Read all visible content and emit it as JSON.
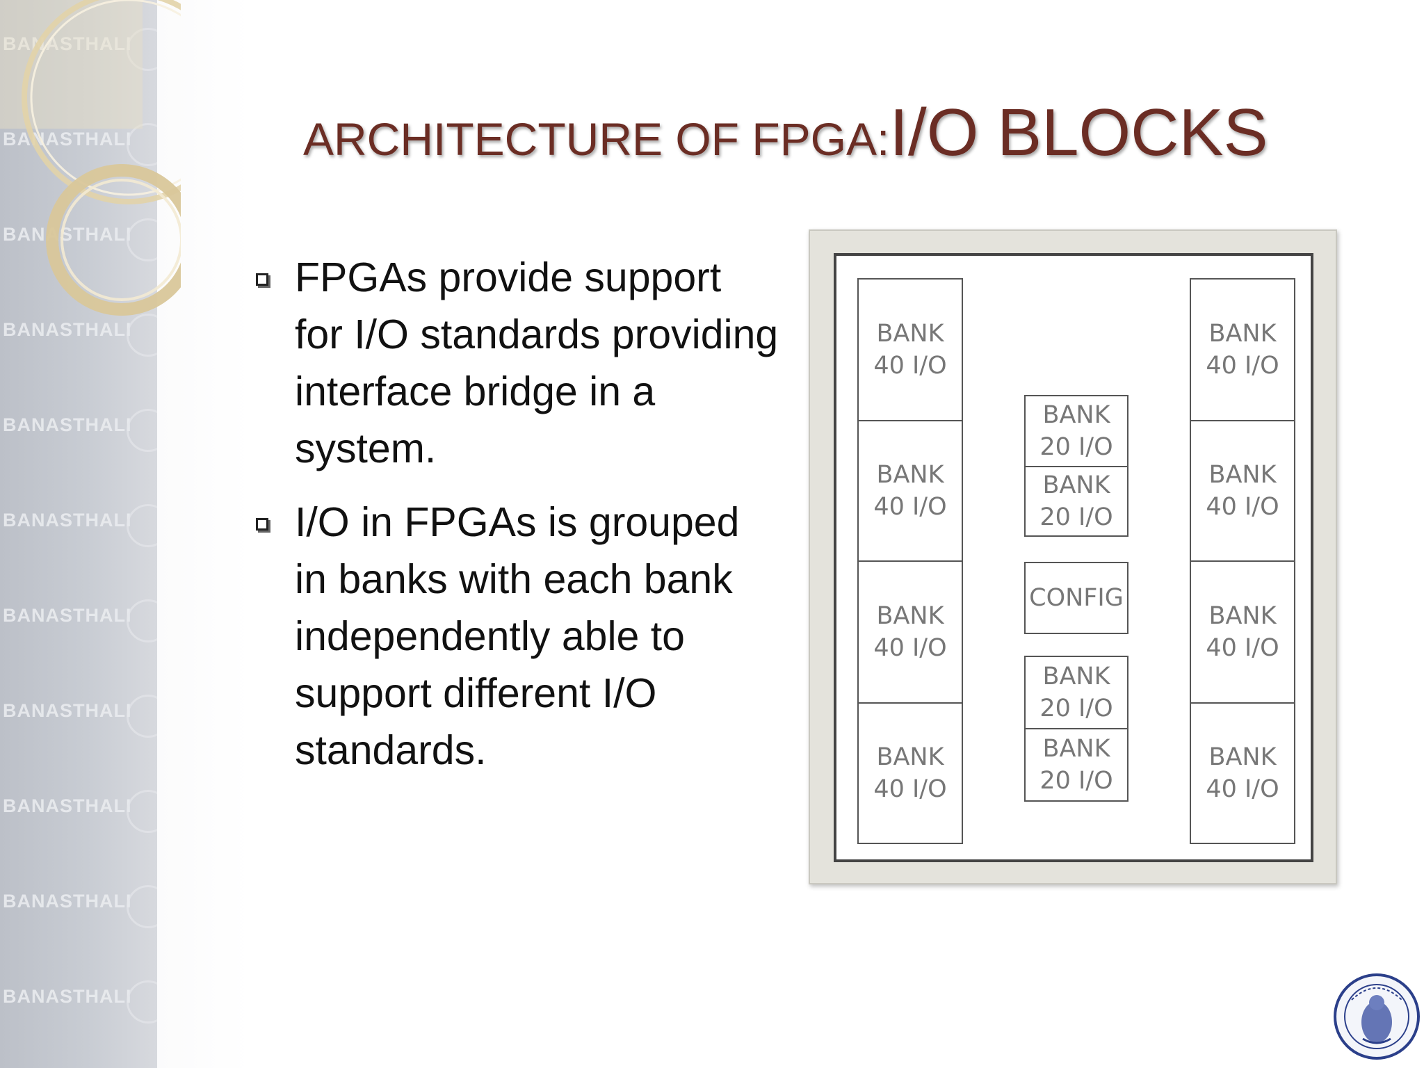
{
  "slide": {
    "title_small": "ARCHITECTURE OF FPGA:",
    "title_big": "I/O BLOCKS",
    "bullets": [
      "FPGAs provide support for I/O standards providing interface bridge in a system.",
      "I/O in FPGAs is grouped in banks with each bank independently able to support different I/O standards."
    ],
    "watermark_text": "BANASTHALI"
  },
  "diagram": {
    "left_column": [
      {
        "name": "BANK",
        "io": "40 I/O"
      },
      {
        "name": "BANK",
        "io": "40 I/O"
      },
      {
        "name": "BANK",
        "io": "40 I/O"
      },
      {
        "name": "BANK",
        "io": "40 I/O"
      }
    ],
    "right_column": [
      {
        "name": "BANK",
        "io": "40 I/O"
      },
      {
        "name": "BANK",
        "io": "40 I/O"
      },
      {
        "name": "BANK",
        "io": "40 I/O"
      },
      {
        "name": "BANK",
        "io": "40 I/O"
      }
    ],
    "center_top": [
      {
        "name": "BANK",
        "io": "20 I/O"
      },
      {
        "name": "BANK",
        "io": "20 I/O"
      }
    ],
    "config_label": "CONFIG",
    "center_bottom": [
      {
        "name": "BANK",
        "io": "20 I/O"
      },
      {
        "name": "BANK",
        "io": "20 I/O"
      }
    ]
  },
  "colors": {
    "title": "#6b2d24",
    "strip": "#c4c8cf",
    "accent_gold": "#d8c9a0"
  }
}
